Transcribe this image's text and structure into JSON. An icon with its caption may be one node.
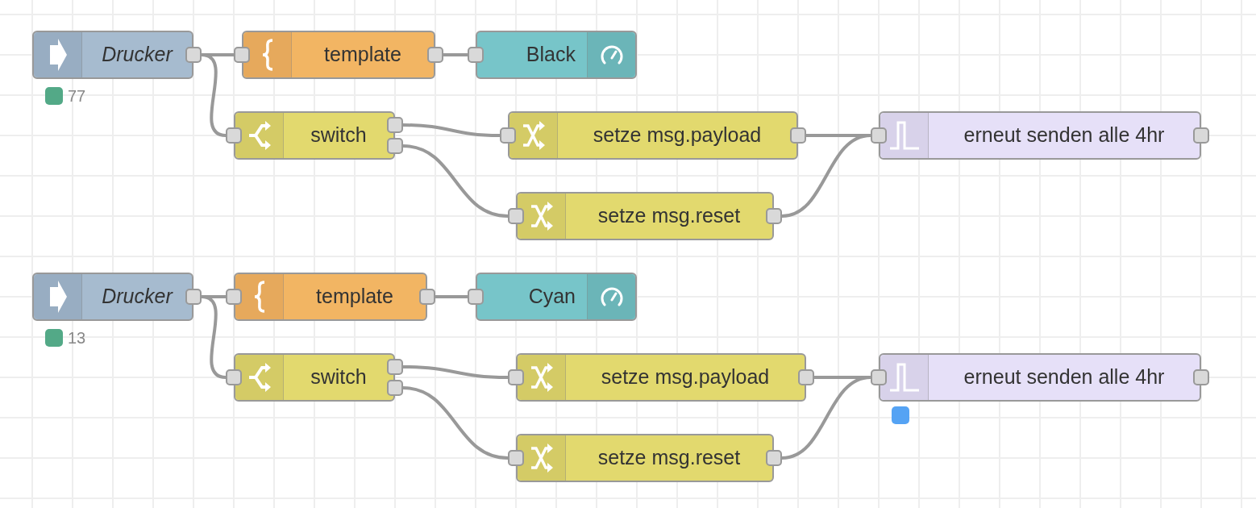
{
  "diagram": {
    "nodes": [
      {
        "text": [
          "Drucker"
        ],
        "beside": [
          "77"
        ]
      },
      {
        "text": [
          "template"
        ]
      },
      {
        "text": [
          "Black"
        ]
      },
      {
        "text": [
          "switch"
        ]
      },
      {
        "text": [
          "setze msg.payload"
        ]
      },
      {
        "text": [
          "setze msg.reset"
        ]
      },
      {
        "text": [
          "erneut senden alle 4hr"
        ]
      },
      {
        "text": [
          "Drucker"
        ],
        "beside": [
          "13"
        ]
      },
      {
        "text": [
          "template"
        ]
      },
      {
        "text": [
          "Cyan"
        ]
      },
      {
        "text": [
          "switch"
        ]
      },
      {
        "text": [
          "setze msg.payload"
        ]
      },
      {
        "text": [
          "setze msg.reset"
        ]
      },
      {
        "text": [
          "erneut senden alle 4hr"
        ]
      }
    ],
    "edges": [
      {
        "from": 0,
        "to": 1,
        "arrow": "none"
      },
      {
        "from": 0,
        "to": 3,
        "arrow": "none"
      },
      {
        "from": 1,
        "to": 2,
        "arrow": "none"
      },
      {
        "from": 3,
        "to": 4,
        "arrow": "none"
      },
      {
        "from": 3,
        "to": 5,
        "arrow": "none"
      },
      {
        "from": 4,
        "to": 6,
        "arrow": "none"
      },
      {
        "from": 5,
        "to": 6,
        "arrow": "none"
      },
      {
        "from": 7,
        "to": 8,
        "arrow": "none"
      },
      {
        "from": 7,
        "to": 10,
        "arrow": "none"
      },
      {
        "from": 8,
        "to": 9,
        "arrow": "none"
      },
      {
        "from": 10,
        "to": 11,
        "arrow": "none"
      },
      {
        "from": 10,
        "to": 12,
        "arrow": "none"
      },
      {
        "from": 11,
        "to": 13,
        "arrow": "none"
      },
      {
        "from": 12,
        "to": 13,
        "arrow": "none"
      }
    ]
  }
}
